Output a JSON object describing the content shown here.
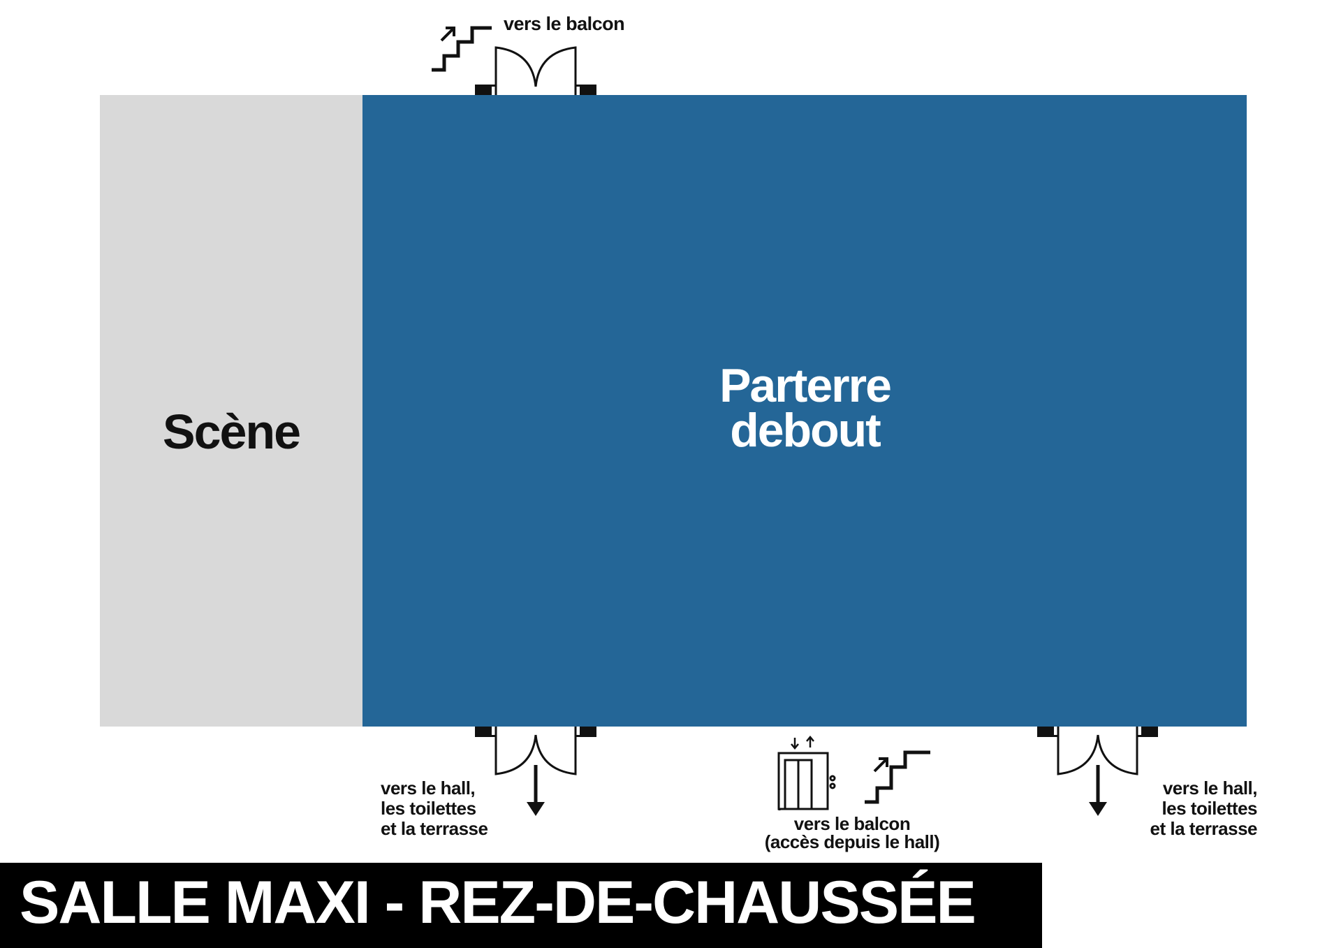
{
  "title": "SALLE MAXI - REZ-DE-CHAUSSÉE",
  "areas": {
    "stage": {
      "label": "Scène",
      "color": "#d9d9d9"
    },
    "floor": {
      "line1": "Parterre",
      "line2": "debout",
      "color": "#246697"
    }
  },
  "exits": {
    "top": {
      "label": "vers le balcon",
      "icon": "stairs-up-icon"
    },
    "bottom_left": {
      "line1": "vers le hall,",
      "line2": "les toilettes",
      "line3": "et la terrasse",
      "icon": "arrow-down-icon"
    },
    "bottom_center": {
      "line1": "vers le balcon",
      "line2": "(accès depuis le hall)",
      "icons": [
        "elevator-icon",
        "stairs-up-icon"
      ]
    },
    "bottom_right": {
      "line1": "vers le hall,",
      "line2": "les toilettes",
      "line3": "et la terrasse",
      "icon": "arrow-down-icon"
    }
  },
  "colors": {
    "ink": "#111111",
    "title_bar": "#000000",
    "title_text": "#ffffff"
  }
}
